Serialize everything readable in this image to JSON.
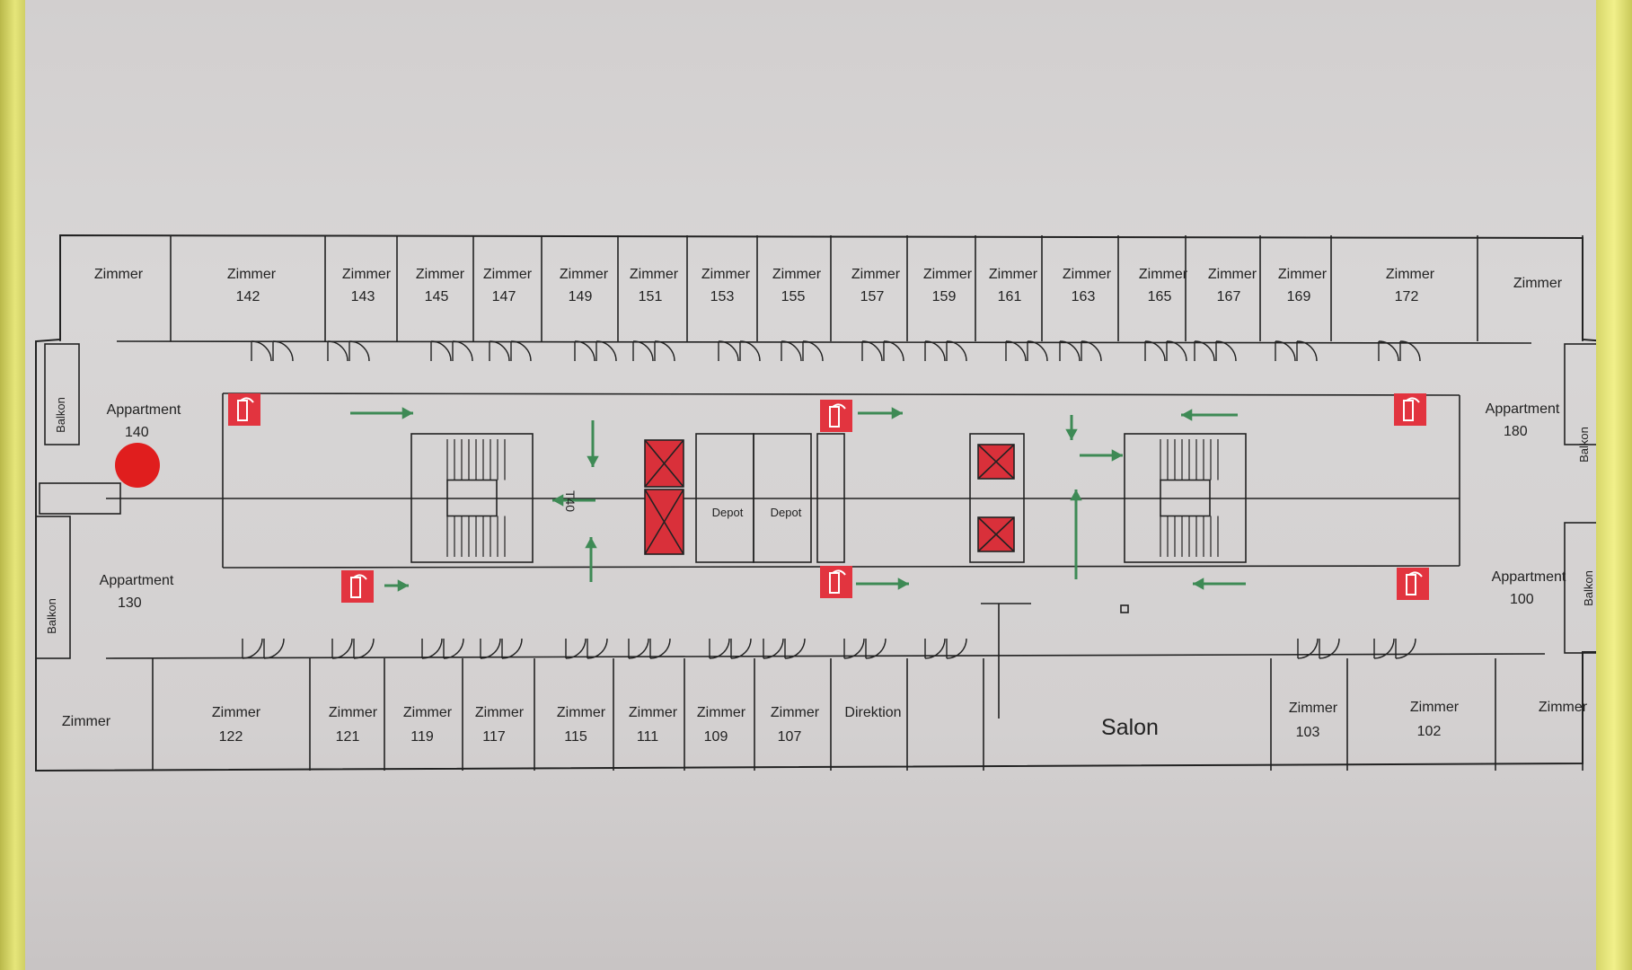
{
  "rooms_top": [
    {
      "name": "Zimmer",
      "number": ""
    },
    {
      "name": "Zimmer",
      "number": "142"
    },
    {
      "name": "Zimmer",
      "number": "143"
    },
    {
      "name": "Zimmer",
      "number": "145"
    },
    {
      "name": "Zimmer",
      "number": "147"
    },
    {
      "name": "Zimmer",
      "number": "149"
    },
    {
      "name": "Zimmer",
      "number": "151"
    },
    {
      "name": "Zimmer",
      "number": "153"
    },
    {
      "name": "Zimmer",
      "number": "155"
    },
    {
      "name": "Zimmer",
      "number": "157"
    },
    {
      "name": "Zimmer",
      "number": "159"
    },
    {
      "name": "Zimmer",
      "number": "161"
    },
    {
      "name": "Zimmer",
      "number": "163"
    },
    {
      "name": "Zimmer",
      "number": "165"
    },
    {
      "name": "Zimmer",
      "number": "167"
    },
    {
      "name": "Zimmer",
      "number": "169"
    },
    {
      "name": "Zimmer",
      "number": "172"
    },
    {
      "name": "Zimmer",
      "number": ""
    }
  ],
  "rooms_bottom": [
    {
      "name": "Zimmer",
      "number": ""
    },
    {
      "name": "Zimmer",
      "number": "122"
    },
    {
      "name": "Zimmer",
      "number": "121"
    },
    {
      "name": "Zimmer",
      "number": "119"
    },
    {
      "name": "Zimmer",
      "number": "117"
    },
    {
      "name": "Zimmer",
      "number": "115"
    },
    {
      "name": "Zimmer",
      "number": "111"
    },
    {
      "name": "Zimmer",
      "number": "109"
    },
    {
      "name": "Zimmer",
      "number": "107"
    },
    {
      "name": "Direktion",
      "number": ""
    },
    {
      "name": "Salon",
      "number": ""
    },
    {
      "name": "Zimmer",
      "number": "103"
    },
    {
      "name": "Zimmer",
      "number": "102"
    },
    {
      "name": "Zimmer",
      "number": ""
    }
  ],
  "apartments": [
    {
      "name": "Appartment",
      "number": "140"
    },
    {
      "name": "Appartment",
      "number": "130"
    },
    {
      "name": "Appartment",
      "number": "180"
    },
    {
      "name": "Appartment",
      "number": "100"
    }
  ],
  "balcony_label": "Balkon",
  "depot_label": "Depot",
  "stair_mark": "T40",
  "colors": {
    "wall": "#222222",
    "fire_extinguisher": "#e2343f",
    "elevator": "#d9303a",
    "arrow": "#3e8a55",
    "you_are_here": "#e01e1e"
  }
}
